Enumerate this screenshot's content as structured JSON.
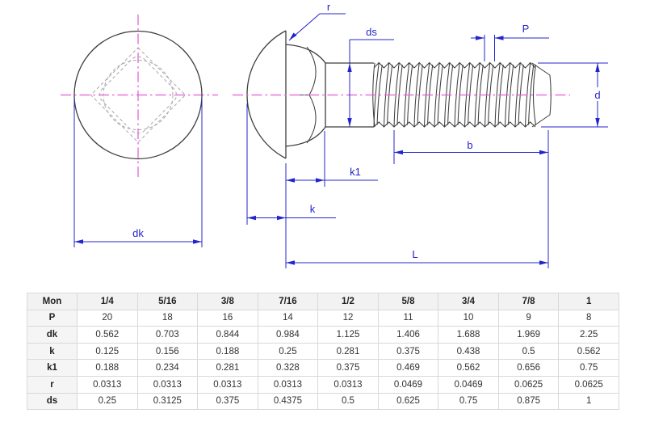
{
  "drawing": {
    "dimension_labels": {
      "r": "r",
      "ds": "ds",
      "P": "P",
      "d": "d",
      "b": "b",
      "k1": "k1",
      "k": "k",
      "dk": "dk",
      "L": "L"
    },
    "colors": {
      "dimension_blue": "#2424cd",
      "centerline_magenta": "#e55cd6",
      "outline_gray": "#3f3f3f",
      "hidden_gray": "#a8a8a8"
    }
  },
  "table": {
    "header": [
      "Mon",
      "1/4",
      "5/16",
      "3/8",
      "7/16",
      "1/2",
      "5/8",
      "3/4",
      "7/8",
      "1"
    ],
    "rows": [
      {
        "label": "P",
        "values": [
          "20",
          "18",
          "16",
          "14",
          "12",
          "11",
          "10",
          "9",
          "8"
        ]
      },
      {
        "label": "dk",
        "values": [
          "0.562",
          "0.703",
          "0.844",
          "0.984",
          "1.125",
          "1.406",
          "1.688",
          "1.969",
          "2.25"
        ]
      },
      {
        "label": "k",
        "values": [
          "0.125",
          "0.156",
          "0.188",
          "0.25",
          "0.281",
          "0.375",
          "0.438",
          "0.5",
          "0.562"
        ]
      },
      {
        "label": "k1",
        "values": [
          "0.188",
          "0.234",
          "0.281",
          "0.328",
          "0.375",
          "0.469",
          "0.562",
          "0.656",
          "0.75"
        ]
      },
      {
        "label": "r",
        "values": [
          "0.0313",
          "0.0313",
          "0.0313",
          "0.0313",
          "0.0313",
          "0.0469",
          "0.0469",
          "0.0625",
          "0.0625"
        ]
      },
      {
        "label": "ds",
        "values": [
          "0.25",
          "0.3125",
          "0.375",
          "0.4375",
          "0.5",
          "0.625",
          "0.75",
          "0.875",
          "1"
        ]
      }
    ]
  }
}
